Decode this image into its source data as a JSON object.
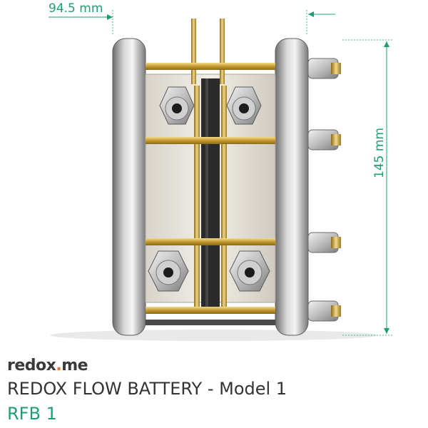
{
  "dimensions": {
    "width_label": "94.5 mm",
    "height_label": "145 mm"
  },
  "brand": {
    "logo_left": "redox",
    "logo_dot": ".",
    "logo_right": "me"
  },
  "product": {
    "title": "REDOX FLOW BATTERY - Model 1",
    "code": "RFB 1"
  },
  "colors": {
    "accent_green": "#1f9e73",
    "logo_dot_orange": "#e8742a",
    "text_dark": "#333333",
    "brass": "#c9a23c",
    "steel": "#b9b9b9"
  }
}
